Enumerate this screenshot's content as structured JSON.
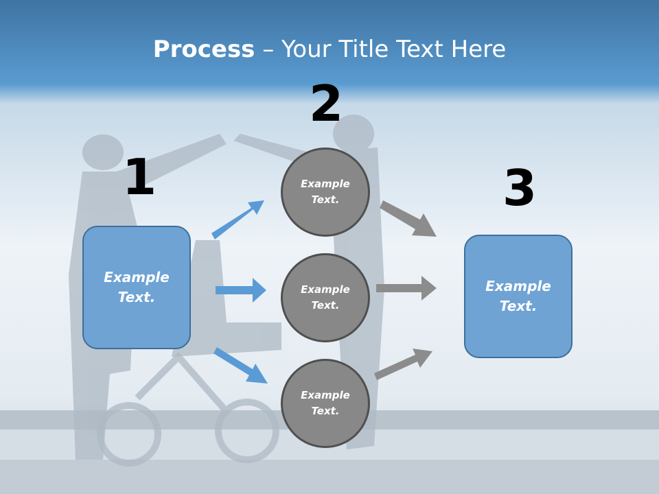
{
  "title": {
    "bold": "Process",
    "rest": " – Your Title Text Here"
  },
  "numbers": {
    "n1": "1",
    "n2": "2",
    "n3": "3"
  },
  "left_box": {
    "text": "Example\nText."
  },
  "right_box": {
    "text": "Example\nText."
  },
  "circles": [
    {
      "text": "Example\nText."
    },
    {
      "text": "Example\nText."
    },
    {
      "text": "Example\nText."
    }
  ],
  "colors": {
    "accent_blue": "#6ea3d4",
    "circle_gray": "#888888",
    "arrow_blue": "#5b9bd5",
    "arrow_gray": "#8c8c8c"
  }
}
